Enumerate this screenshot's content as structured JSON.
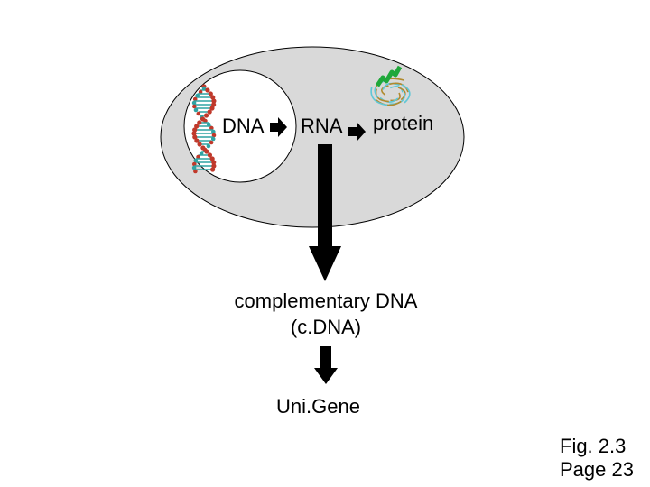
{
  "diagram": {
    "labels": {
      "dna": "DNA",
      "rna": "RNA",
      "protein": "protein",
      "cdna_line1": "complementary DNA",
      "cdna_line2": "(c.DNA)",
      "unigene": "Uni.Gene"
    },
    "colors": {
      "cell_fill": "#d9d9d9",
      "nucleus_fill": "#ffffff",
      "arrow": "#000000",
      "dna_red": "#c0392b",
      "dna_teal": "#2fa3a3",
      "protein_green": "#1fa83a",
      "protein_gold": "#b08a2e",
      "protein_cyan": "#5fc7d6"
    },
    "icons": [
      "dna-helix-icon",
      "protein-structure-icon"
    ]
  },
  "caption": {
    "line1": "Fig. 2.3",
    "line2": "Page 23"
  }
}
